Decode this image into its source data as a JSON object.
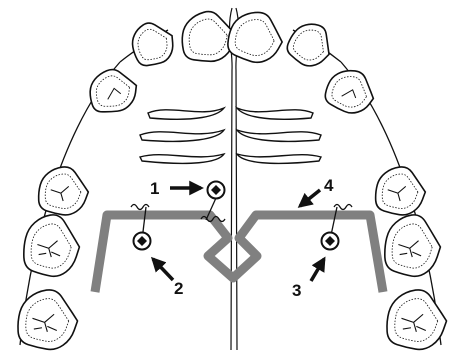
{
  "figure": {
    "labels": [
      "1",
      "2",
      "3",
      "4"
    ]
  },
  "colors": {
    "appliance_wire": "#808080",
    "outline": "#111111",
    "background": "#ffffff"
  },
  "icons": {
    "anchor": "circle-diamond-anchor-icon",
    "spring": "coil-spring-icon",
    "arrow": "pointer-arrow-icon"
  }
}
